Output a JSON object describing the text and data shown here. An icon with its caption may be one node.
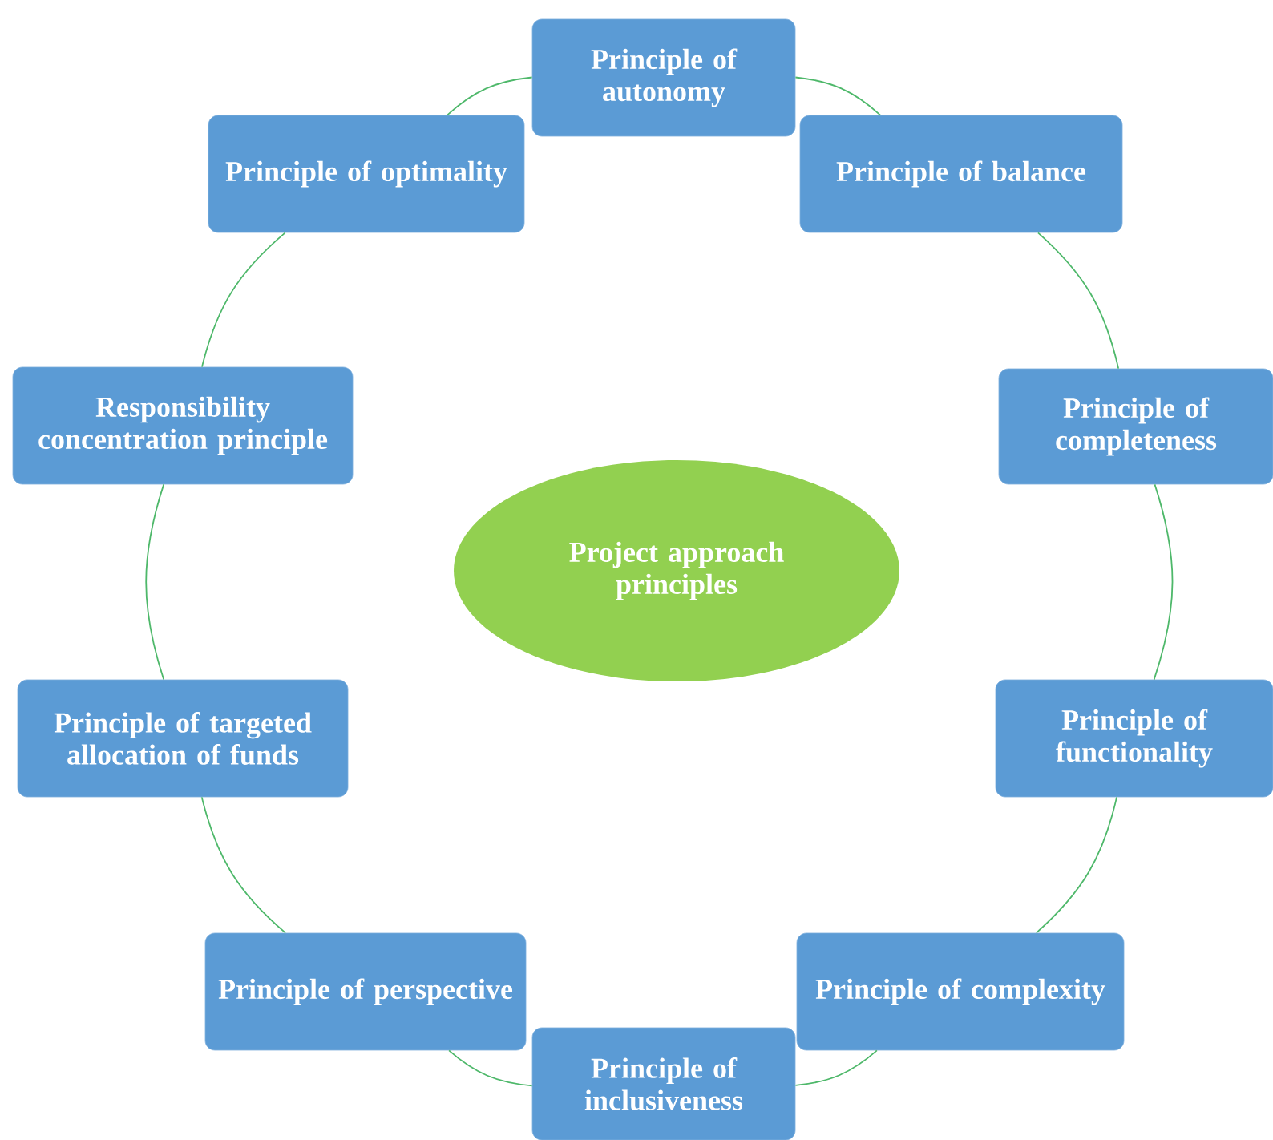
{
  "diagram": {
    "nodes": [
      {
        "text": [
          "Principle of autonomy"
        ]
      },
      {
        "text": [
          "Principle of balance"
        ]
      },
      {
        "text": [
          "Principle of completeness"
        ]
      },
      {
        "text": [
          "Principle of functionality"
        ]
      },
      {
        "text": [
          "Principle of complexity"
        ]
      },
      {
        "text": [
          "Principle of inclusiveness"
        ]
      },
      {
        "text": [
          "Principle of perspective"
        ]
      },
      {
        "text": [
          "Principle of targeted allocation of funds"
        ]
      },
      {
        "text": [
          "Responsibility concentration principle"
        ]
      },
      {
        "text": [
          "Principle of optimality"
        ]
      },
      {
        "text": [
          "Project approach principles"
        ]
      }
    ],
    "edges": [
      {
        "from": 0,
        "to": 1,
        "arrow": "none"
      },
      {
        "from": 1,
        "to": 2,
        "arrow": "none"
      },
      {
        "from": 2,
        "to": 3,
        "arrow": "none"
      },
      {
        "from": 3,
        "to": 4,
        "arrow": "none"
      },
      {
        "from": 4,
        "to": 5,
        "arrow": "none"
      },
      {
        "from": 5,
        "to": 6,
        "arrow": "none"
      },
      {
        "from": 6,
        "to": 7,
        "arrow": "none"
      },
      {
        "from": 7,
        "to": 8,
        "arrow": "none"
      },
      {
        "from": 8,
        "to": 9,
        "arrow": "none"
      },
      {
        "from": 9,
        "to": 0,
        "arrow": "none"
      }
    ]
  }
}
